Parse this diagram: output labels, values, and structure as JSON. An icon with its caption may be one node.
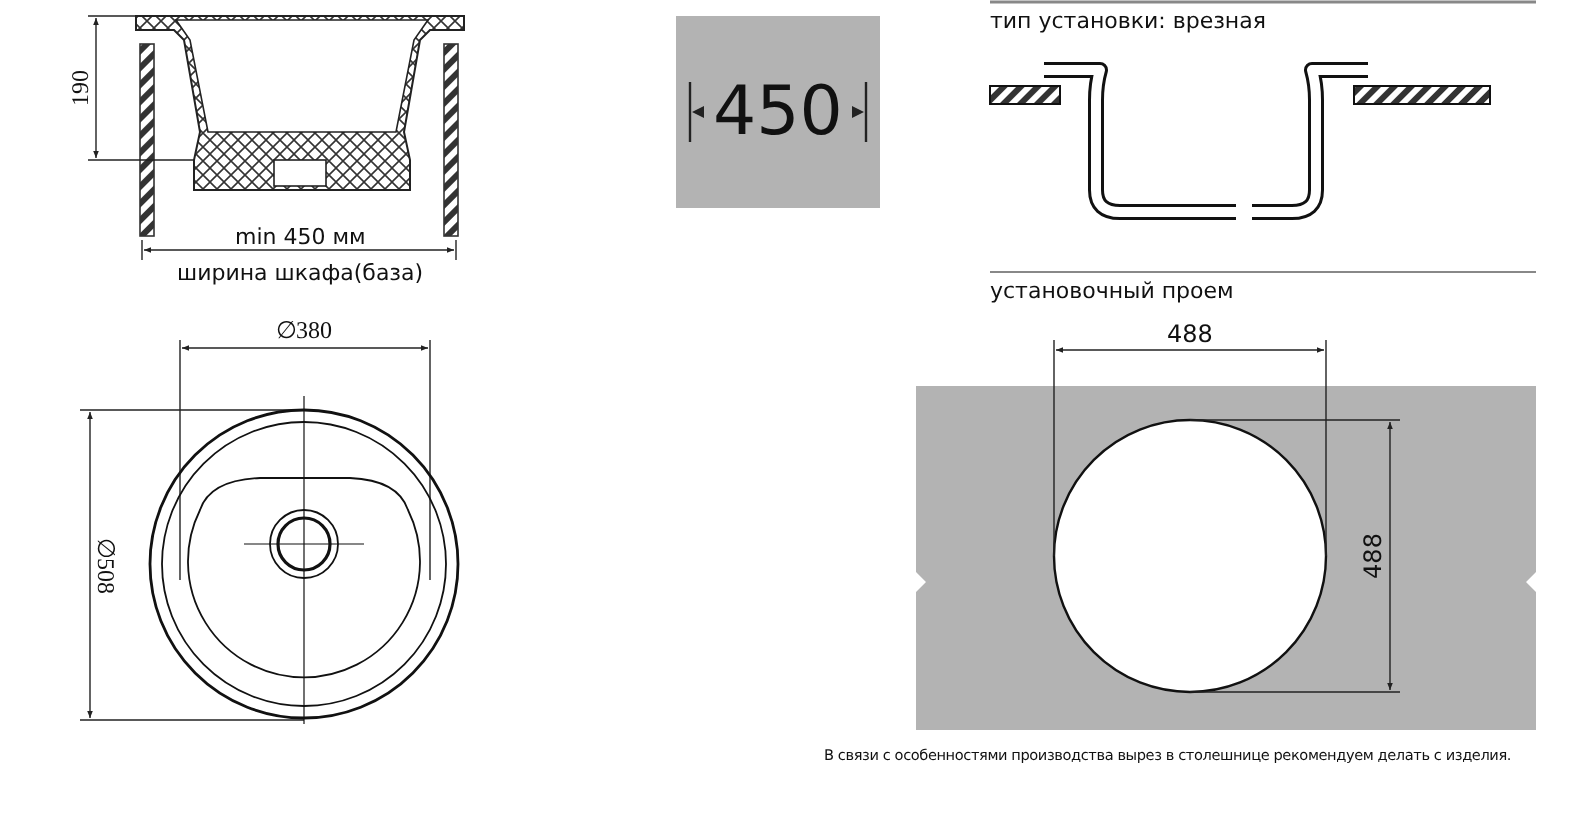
{
  "diagram": {
    "nodes": [
      {
        "text": [
          "450"
        ]
      }
    ],
    "labels": [
      "190",
      "min 450 мм",
      "ширина шкафа(база)",
      "тип установки: врезная",
      "установочный проем",
      "∅380",
      "488",
      "∅508",
      "488",
      "В связи с особенностями производства вырез в столешнице рекомендуем делать с изделия."
    ]
  }
}
